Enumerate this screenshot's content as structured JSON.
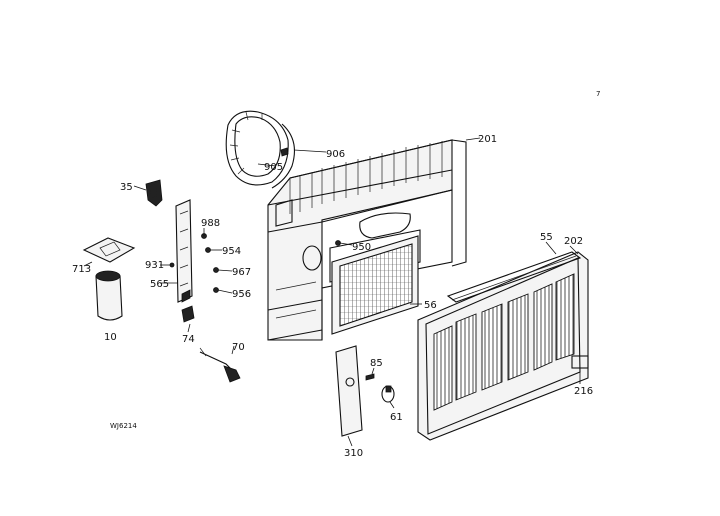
{
  "diagram": {
    "drawing_code": "WJ6214",
    "corner_mark": "7",
    "callouts": {
      "fan_shroud": "905",
      "shroud_clip": "906",
      "cabinet": "201",
      "bracket_35": "35",
      "screw_988": "988",
      "screw_954": "954",
      "screw_950": "950",
      "screw_967": "967",
      "screw_956": "956",
      "capacitor_bracket": "713",
      "nut_931": "931",
      "control_bracket": "565",
      "capacitor": "10",
      "clip_74": "74",
      "cord_70": "70",
      "filter": "56",
      "grille_55": "55",
      "front_panel": "202",
      "control_panel": "310",
      "knob_85": "85",
      "knob_61": "61",
      "nameplate": "216"
    }
  }
}
